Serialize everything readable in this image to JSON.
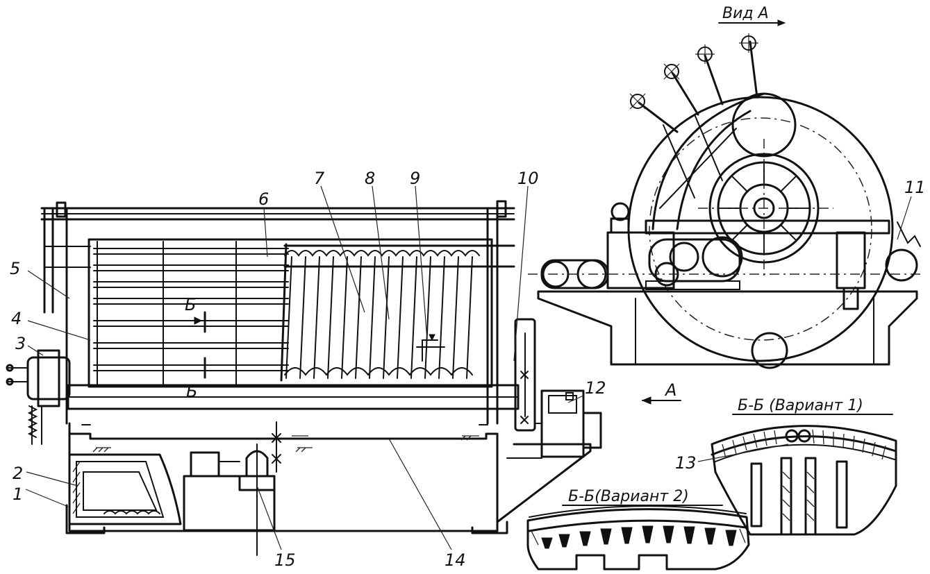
{
  "titles": {
    "view_a": "Вид А",
    "section_v1": "Б-Б (Вариант 1)",
    "section_v2": "Б-Б(Вариант 2)"
  },
  "markers": {
    "section_b": "Б",
    "view_arrow": "А"
  },
  "callouts": [
    "1",
    "2",
    "3",
    "4",
    "5",
    "6",
    "7",
    "8",
    "9",
    "10",
    "11",
    "12",
    "13",
    "14",
    "15"
  ]
}
